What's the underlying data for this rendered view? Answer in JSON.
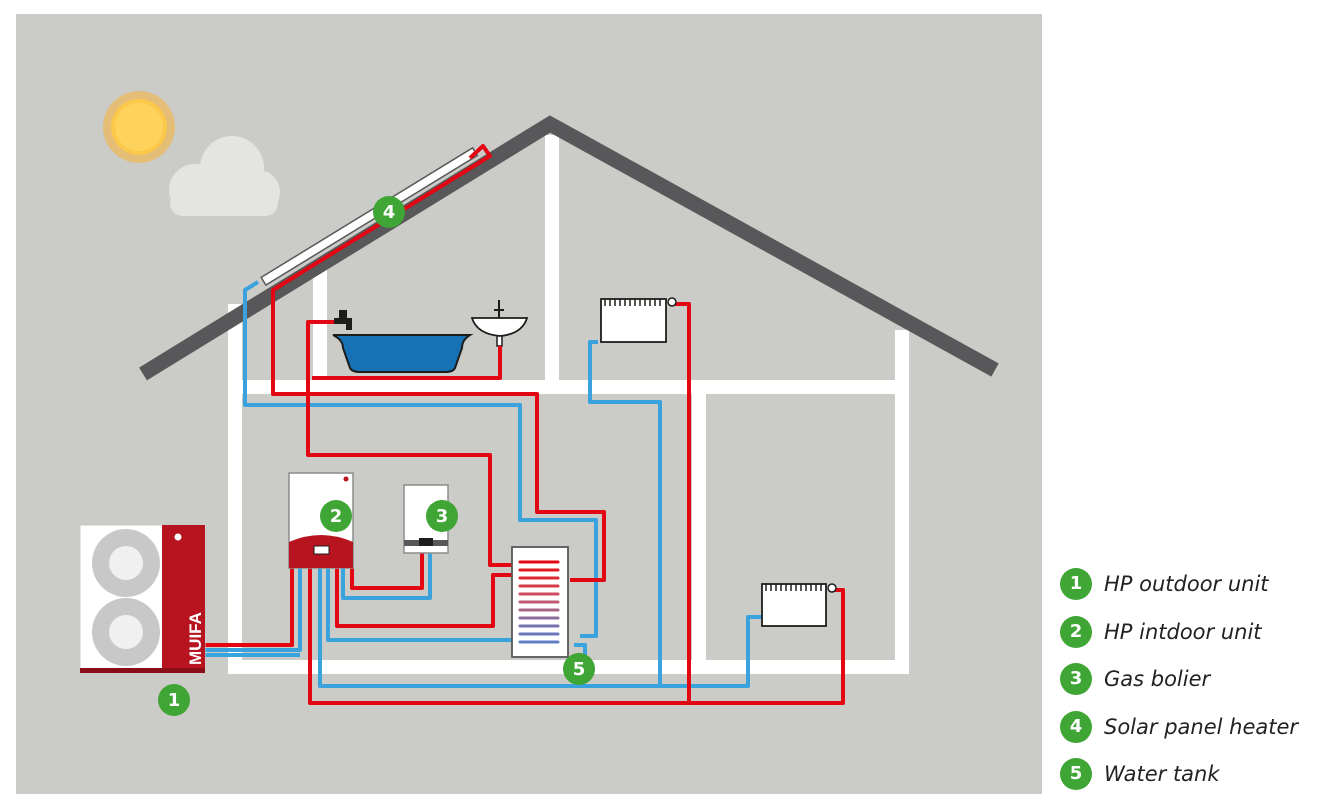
{
  "colors": {
    "background": "#cbcbc7",
    "roof": "#58585a",
    "hot_pipe": "#e30613",
    "cold_pipe": "#3aa2dc",
    "badge": "#3fa535",
    "water": "#1671b5",
    "unit_red": "#b81420"
  },
  "outdoor_unit": {
    "brand": "MUIFA"
  },
  "badges": {
    "b1": "1",
    "b2": "2",
    "b3": "3",
    "b4": "4",
    "b5": "5"
  },
  "legend": [
    {
      "number": "1",
      "label": "HP outdoor unit"
    },
    {
      "number": "2",
      "label": "HP intdoor unit"
    },
    {
      "number": "3",
      "label": "Gas bolier"
    },
    {
      "number": "4",
      "label": "Solar panel heater"
    },
    {
      "number": "5",
      "label": "Water tank"
    }
  ]
}
